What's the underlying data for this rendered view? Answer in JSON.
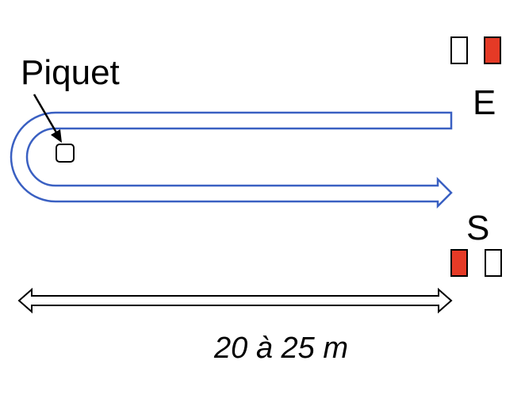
{
  "labels": {
    "piquet": "Piquet",
    "entry": "E",
    "exit": "S",
    "distance": "20 à 25 m"
  },
  "colors": {
    "path": "#3a60c2",
    "cone_red": "#e53a26",
    "cone_white": "#ffffff",
    "outline": "#000000"
  },
  "icons": [
    "cone-white-icon",
    "cone-red-icon",
    "post-icon",
    "arrow-icon",
    "double-arrow-icon"
  ]
}
